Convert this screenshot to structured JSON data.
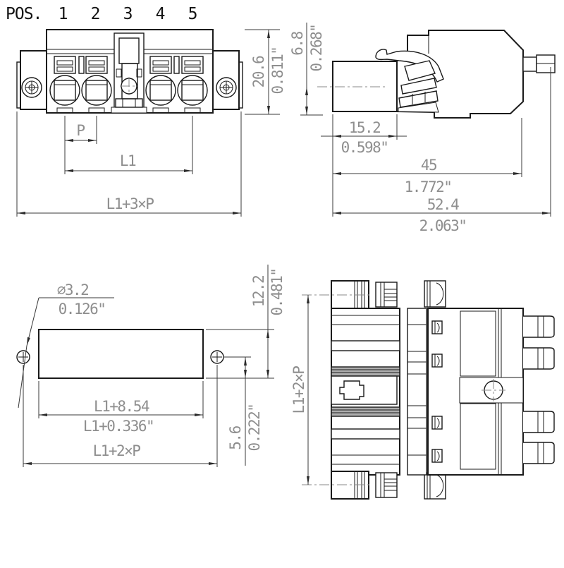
{
  "drawing": {
    "front_view": {
      "pos_label": "POS.",
      "positions": [
        "1",
        "2",
        "3",
        "4",
        "5"
      ],
      "dim_height_mm": "20.6",
      "dim_height_in": "0.811\"",
      "dim_pitch": "P",
      "dim_l1": "L1",
      "dim_overall": "L1+3×P"
    },
    "side_view": {
      "dim_cl_height_mm": "6.8",
      "dim_cl_height_in": "0.268\"",
      "dim_plug_depth_mm": "15.2",
      "dim_plug_depth_in": "0.598\"",
      "dim_body_length_mm": "45",
      "dim_body_length_in": "1.772\"",
      "dim_overall_length_mm": "52.4",
      "dim_overall_length_in": "2.063\""
    },
    "cutout_view": {
      "dim_hole_dia_mm": "∅3.2",
      "dim_hole_dia_in": "0.126\"",
      "dim_height_mm": "12.2",
      "dim_height_in": "0.481\"",
      "dim_hole_offset_mm": "5.6",
      "dim_hole_offset_in": "0.222\"",
      "dim_cutout_width_mm": "L1+8.54",
      "dim_cutout_width_in": "L1+0.336\"",
      "dim_hole_span": "L1+2×P"
    },
    "top_view": {
      "dim_span": "L1+2×P"
    },
    "colors": {
      "outline": "#1a1a1a",
      "dimension_line": "#3a3a3a",
      "dimension_text": "#8e8e8e",
      "label_text": "#121212",
      "hatch_fill": "#adadad",
      "background": "#ffffff"
    }
  }
}
